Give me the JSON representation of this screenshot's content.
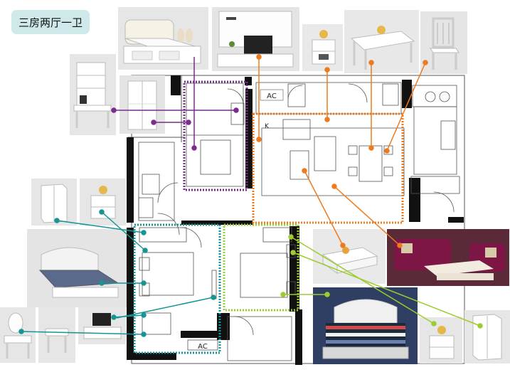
{
  "title": "三房两厅一卫",
  "plan_labels": {
    "ac_top": "AC",
    "ac_bottom": "AC",
    "k_mark": "K"
  },
  "colors": {
    "study_room": "#7b2c8e",
    "living_dining": "#ee7a1e",
    "master_bedroom": "#179494",
    "second_bedroom": "#9ccc2e",
    "badge_bg": "#cfe9ea"
  },
  "furniture_icons": [
    "double-bed-icon",
    "tv-cabinet-icon",
    "nightstand-icon",
    "dining-table-icon",
    "dining-chair-icon",
    "bookshelf-desk-icon",
    "wardrobe-icon",
    "wardrobe-icon",
    "nightstand-icon",
    "bed-icon",
    "dressing-table-icon",
    "stool-icon",
    "tv-cabinet-icon",
    "coffee-table-icon",
    "sofa-icon",
    "bed-icon",
    "nightstand-icon",
    "wardrobe-icon"
  ]
}
